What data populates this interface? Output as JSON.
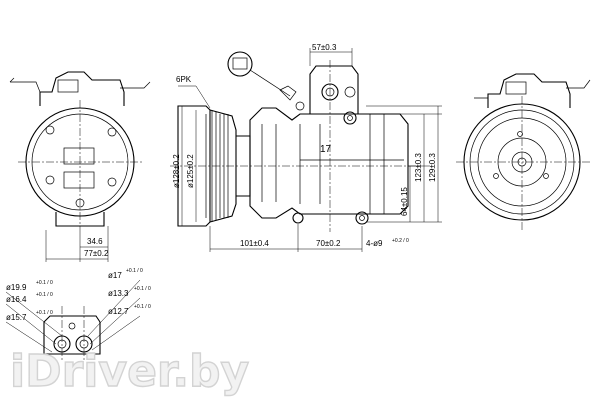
{
  "dimensions": {
    "belt": "6PK",
    "top_offset": "57±0.3",
    "pulley_outer_dia": "ø128±0.2",
    "pulley_inner_dia": "ø125±0.2",
    "length_total": "101±0.4",
    "mount_offset": "70±0.2",
    "mount_holes": "4-ø9",
    "mount_holes_tol": "+0.2 / 0",
    "center_height": "64±0.15",
    "height_1": "123±0.3",
    "height_2": "129±0.3",
    "body_label": "17",
    "front_width_1": "34.6",
    "front_width_2": "77±0.2"
  },
  "ports": [
    {
      "label": "ø19.9",
      "tol": "+0.1 / 0"
    },
    {
      "label": "ø16.4",
      "tol": "+0.1 / 0"
    },
    {
      "label": "ø15.7",
      "tol": "+0.1 / 0"
    },
    {
      "label": "ø17",
      "tol": "+0.1 / 0"
    },
    {
      "label": "ø13.3",
      "tol": "+0.1 / 0"
    },
    {
      "label": "ø12.7",
      "tol": "+0.1 / 0"
    }
  ],
  "watermark": "iDriver.by"
}
